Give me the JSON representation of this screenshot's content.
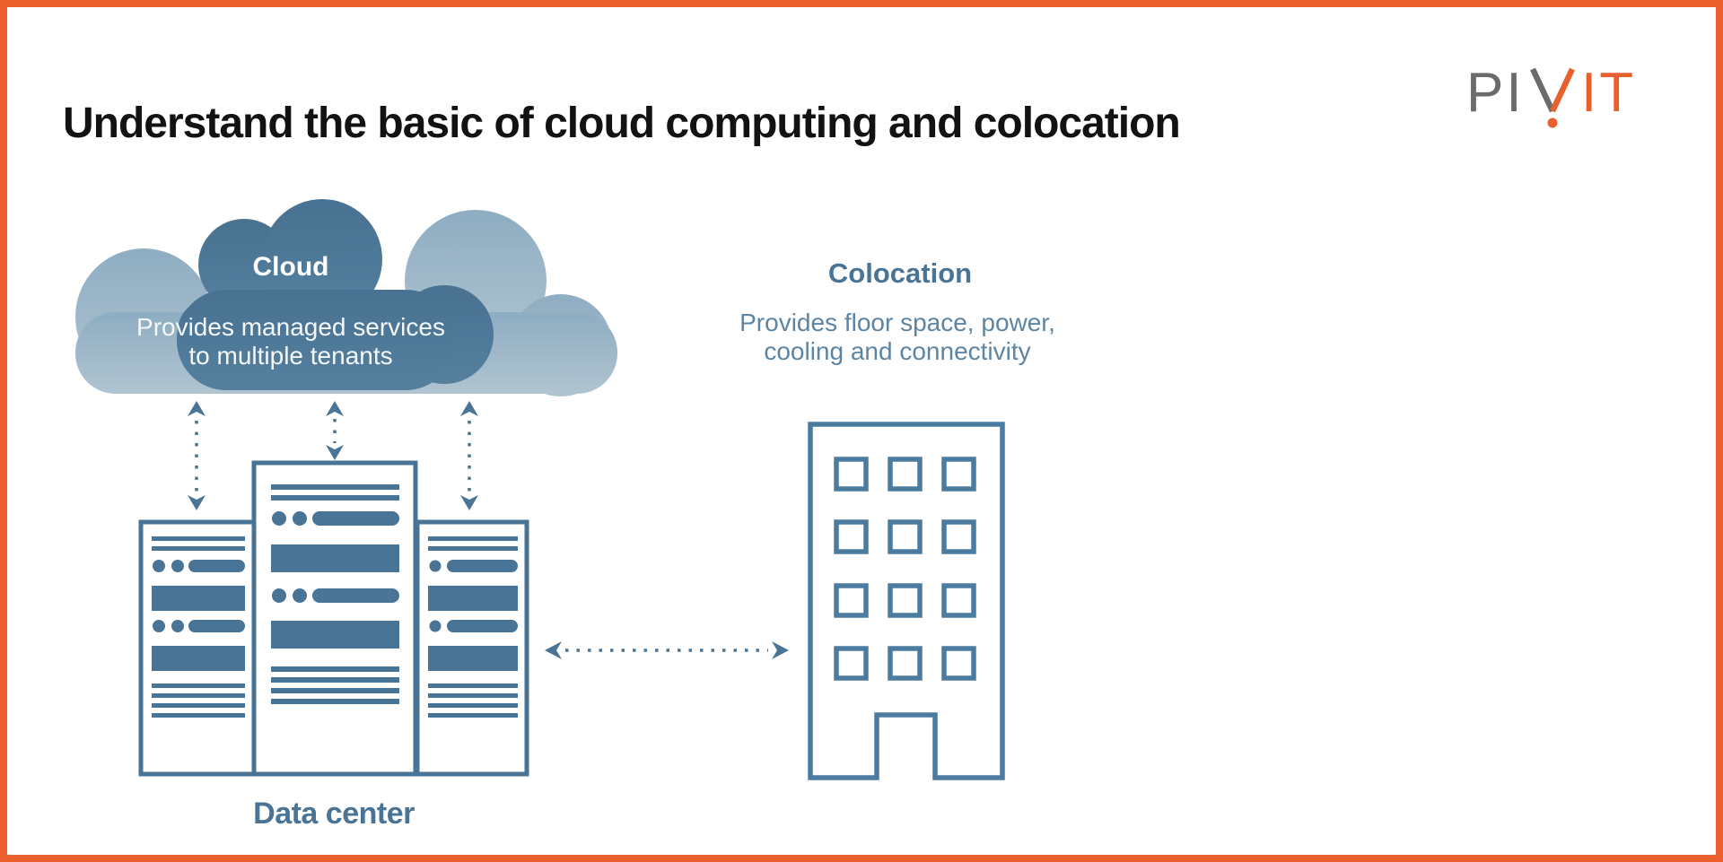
{
  "colors": {
    "frame_orange": "#EA5F2C",
    "diagram_blue": "#4A7495",
    "cloud_dark_blue": "#497191",
    "cloud_light_blue": "#8EADC2",
    "logo_gray": "#6B6B6B",
    "logo_orange": "#E8602D",
    "title_black": "#121212",
    "description_blue": "#5D85A3"
  },
  "header": {
    "title": "Understand the basic of cloud computing and colocation"
  },
  "logo": {
    "brand": "PIVIT",
    "gray_letters": "PI",
    "orange_letters": "IT"
  },
  "cloud": {
    "title": "Cloud",
    "description_line1": "Provides managed services",
    "description_line2": "to multiple tenants"
  },
  "colocation": {
    "title": "Colocation",
    "description_line1": "Provides floor space, power,",
    "description_line2": "cooling and connectivity"
  },
  "data_center": {
    "label": "Data center"
  }
}
